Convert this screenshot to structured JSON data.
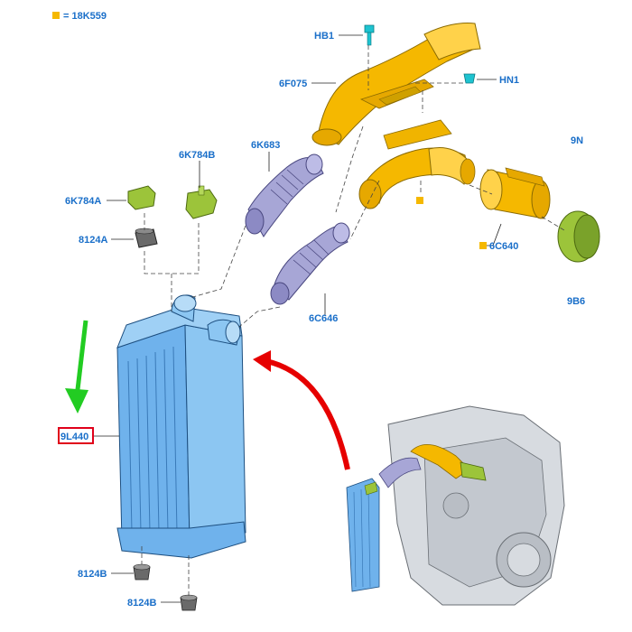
{
  "legend": {
    "swatch_color": "#f5b800",
    "text": "= 18K559"
  },
  "colors": {
    "part_label": "#1a6fc9",
    "yellow_part": "#f5b800",
    "blue_part": "#6fb2ec",
    "purple_hose": "#a7a6d6",
    "green_clip": "#9cc43a",
    "gray_part": "#6a6a6a",
    "red_arrow": "#e60000",
    "green_arrow": "#22cc22",
    "highlight_box": "#e0001a"
  },
  "labels": {
    "hb1": "HB1",
    "l6f075": "6F075",
    "hn1": "HN1",
    "l9n_cut": "9N",
    "l6k683": "6K683",
    "l6k784b": "6K784B",
    "l6k784a": "6K784A",
    "l8124a": "8124A",
    "l6c640": "6C640",
    "l9b_cut": "9B6",
    "l6c646": "6C646",
    "l9l440": "9L440",
    "l8124b_1": "8124B",
    "l8124b_2": "8124B"
  },
  "icons": {
    "legend_swatch": "yellow-square-icon",
    "small_marker": "yellow-square-icon",
    "pointer_arrow": "curved-red-arrow-icon",
    "down_arrow": "green-down-arrow-icon"
  }
}
